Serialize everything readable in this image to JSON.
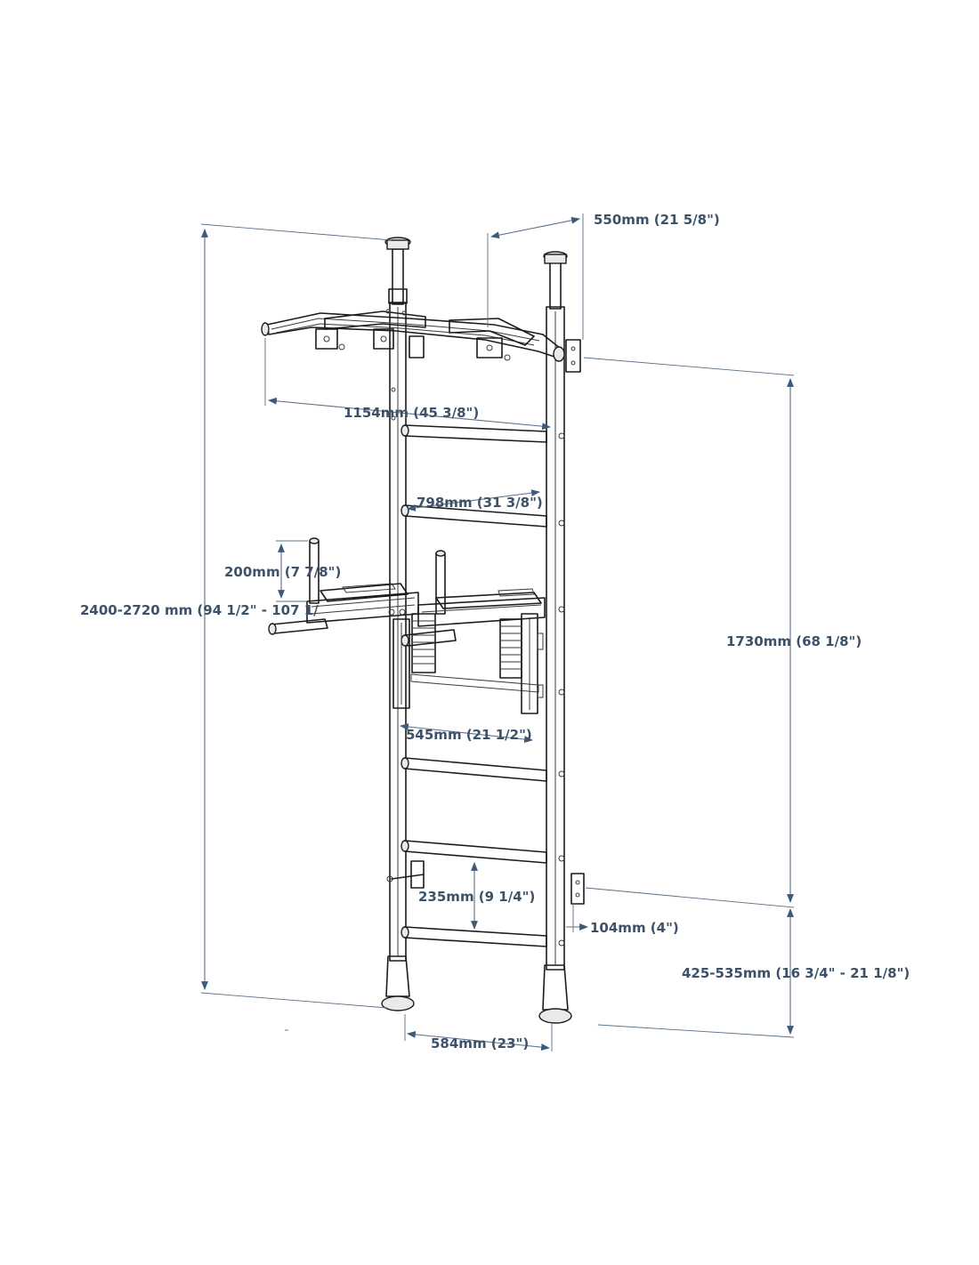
{
  "diagram": {
    "dimensions": {
      "top_depth": "550mm (21 5/8\")",
      "pullup_width": "1154mm (45 3/8\")",
      "inner_width": "798mm (31 3/8\")",
      "dip_height": "200mm (7 7/8\")",
      "total_height": "2400-2720 mm (94 1/2\" - 107 1/",
      "mount_span": "1730mm (68 1/8\")",
      "dip_width": "545mm (21 1/2\")",
      "rung_spacing": "235mm (9 1/4\")",
      "wall_offset": "104mm (4\")",
      "base_height": "425-535mm (16 3/4\" - 21 1/8\")",
      "base_width": "584mm (23\")"
    },
    "colors": {
      "dimension": "#3d5168",
      "object": "#1c1c1c"
    }
  }
}
